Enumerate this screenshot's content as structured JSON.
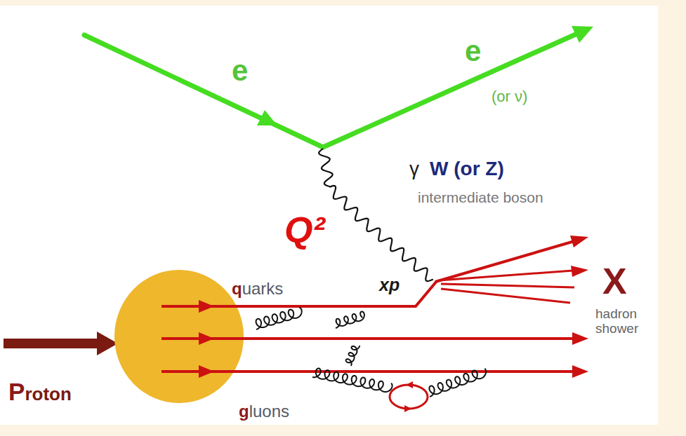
{
  "diagram": {
    "labels": [
      "e",
      "e",
      "(or ν)",
      "γ",
      "W (or Z)",
      "intermediate boson",
      "Q²",
      "quarks",
      "xp",
      "X",
      "hadron shower",
      "Proton",
      "gluons"
    ]
  }
}
